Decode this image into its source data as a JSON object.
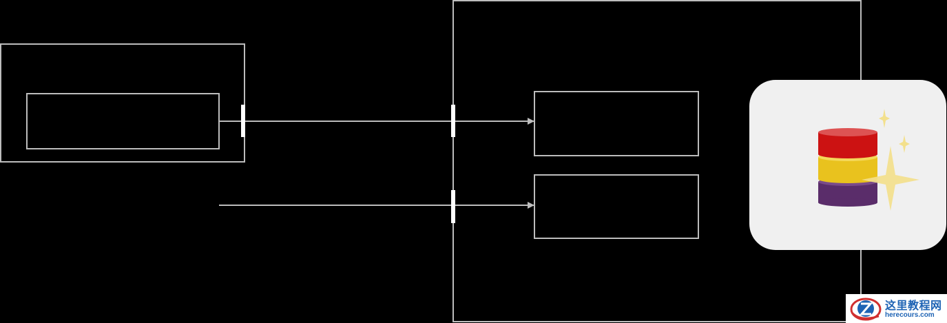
{
  "watermark": {
    "title": "这里教程网",
    "url": "herecours.com",
    "icon": "herecours-logo"
  },
  "colors": {
    "background": "#000000",
    "outline": "#bdbdbd",
    "port": "#ffffff",
    "tile": "#f0f0f0",
    "db_top": "#cc1212",
    "db_middle": "#e9c21e",
    "db_bottom": "#5a2d6a",
    "sparkle": "#f3e08c",
    "watermark_text": "#1e63b4"
  },
  "icons": {
    "database": "database-sparkle-icon"
  }
}
